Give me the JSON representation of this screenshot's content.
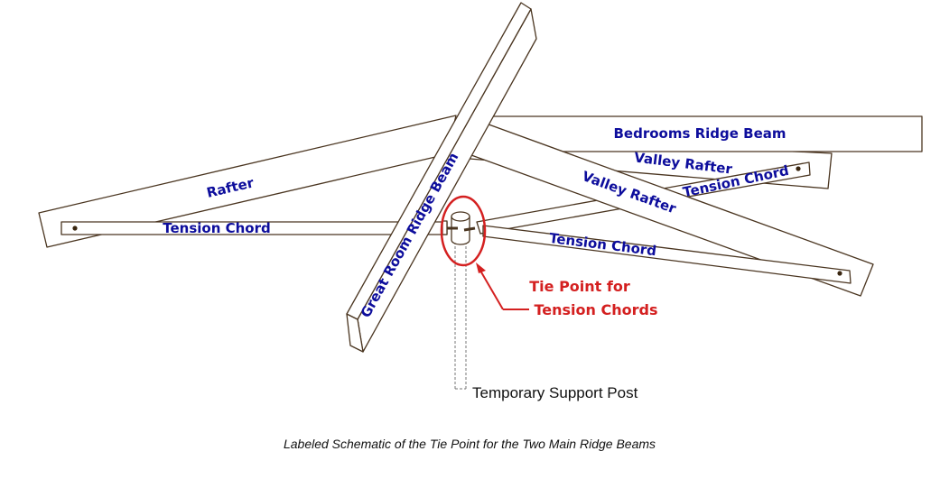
{
  "colors": {
    "beam_line": "#4a3520",
    "label_blue": "#0d0d9c",
    "highlight_red": "#d42020"
  },
  "labels": {
    "rafter": "Rafter",
    "tension_chord_left": "Tension Chord",
    "great_room_ridge_beam": "Great Room Ridge Beam",
    "bedrooms_ridge_beam": "Bedrooms Ridge Beam",
    "valley_rafter_back": "Valley Rafter",
    "tension_chord_back": "Tension Chord",
    "valley_rafter_front": "Valley Rafter",
    "tension_chord_front": "Tension Chord",
    "tie_point_line1": "Tie Point for",
    "tie_point_line2": "Tension Chords",
    "support_post": "Temporary Support Post"
  },
  "caption": "Labeled Schematic of the Tie Point for the Two Main Ridge Beams"
}
